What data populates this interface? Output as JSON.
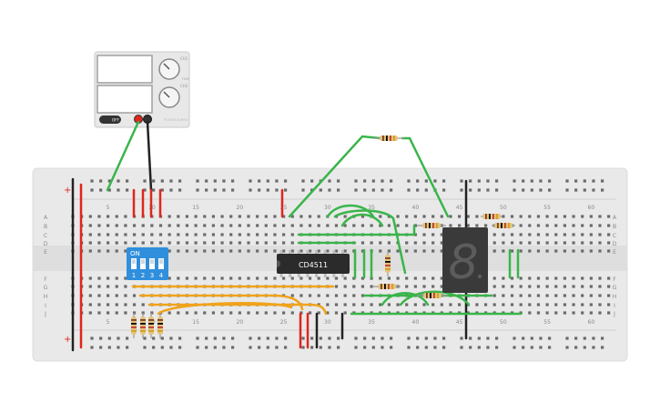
{
  "psu": {
    "btn_label": "OFF",
    "knob1_label": "CH1",
    "knob2_label": "CH2",
    "brand": "POWER SUPPLY",
    "fine_label": "FINE"
  },
  "breadboard": {
    "row_letters_top": [
      "A",
      "B",
      "C",
      "D",
      "E"
    ],
    "row_letters_bottom": [
      "F",
      "G",
      "H",
      "I",
      "J"
    ],
    "column_numbers": [
      "5",
      "10",
      "15",
      "20",
      "25",
      "30",
      "35",
      "40",
      "45",
      "50",
      "55",
      "60"
    ],
    "rail_plus": "+",
    "rail_minus": "−"
  },
  "dip_switch": {
    "on_label": "ON",
    "numbers": [
      "1",
      "2",
      "3",
      "4"
    ]
  },
  "ic": {
    "label": "CD4511"
  },
  "display": {
    "digit": "8"
  },
  "colors": {
    "board": "#e9e9e9",
    "wire_green": "#39b54a",
    "wire_red": "#e0261c",
    "wire_black": "#222222",
    "wire_orange": "#f0a31a",
    "dip_blue": "#2f8fdc",
    "ic_body": "#2b2b2b",
    "segment_body": "#3a3a3a"
  }
}
